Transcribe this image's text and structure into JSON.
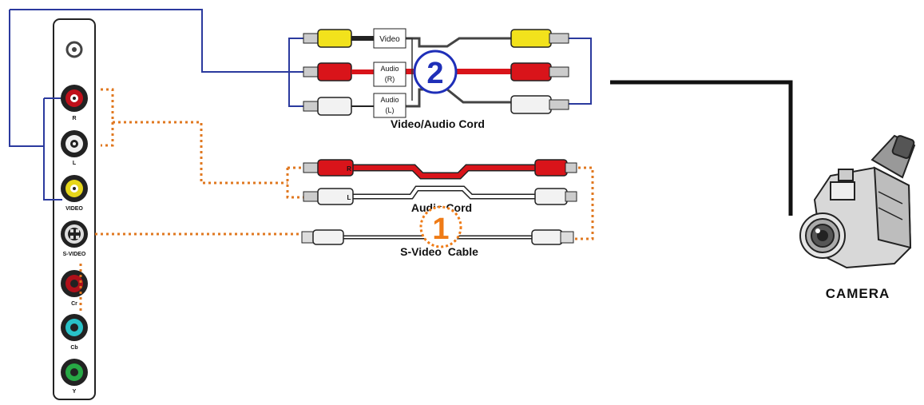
{
  "panel": {
    "jacks": [
      {
        "id": "coax",
        "label": ""
      },
      {
        "id": "audio-r",
        "label": "R"
      },
      {
        "id": "audio-l",
        "label": "L"
      },
      {
        "id": "video",
        "label": "VIDEO"
      },
      {
        "id": "s-video",
        "label": "S-VIDEO"
      },
      {
        "id": "cr",
        "label": "Cr"
      },
      {
        "id": "cb",
        "label": "Cb"
      },
      {
        "id": "y",
        "label": "Y"
      }
    ]
  },
  "av_cord": {
    "title": "Video/Audio Cord",
    "video_label": "Video",
    "audio_r_label_1": "Audio",
    "audio_r_label_2": "(R)",
    "audio_l_label_1": "Audio",
    "audio_l_label_2": "(L)",
    "step_number": "2"
  },
  "audio_cord": {
    "title": "Audio Cord",
    "r_mark": "R",
    "l_mark": "L"
  },
  "svideo_cable": {
    "title": "S-Video  Cable",
    "step_number": "1"
  },
  "camera": {
    "label": "CAMERA"
  },
  "colors": {
    "blue_wire": "#2b3a9e",
    "orange_dotted": "#e07820",
    "video_yellow": "#f2e21c",
    "audio_red": "#d9141a",
    "audio_white": "#f2f2f2",
    "cr_red": "#b0101a",
    "cb_cyan": "#29c2c8",
    "y_green": "#27a845",
    "step2_blue": "#1f2fb8",
    "step1_orange": "#ef7b16"
  }
}
